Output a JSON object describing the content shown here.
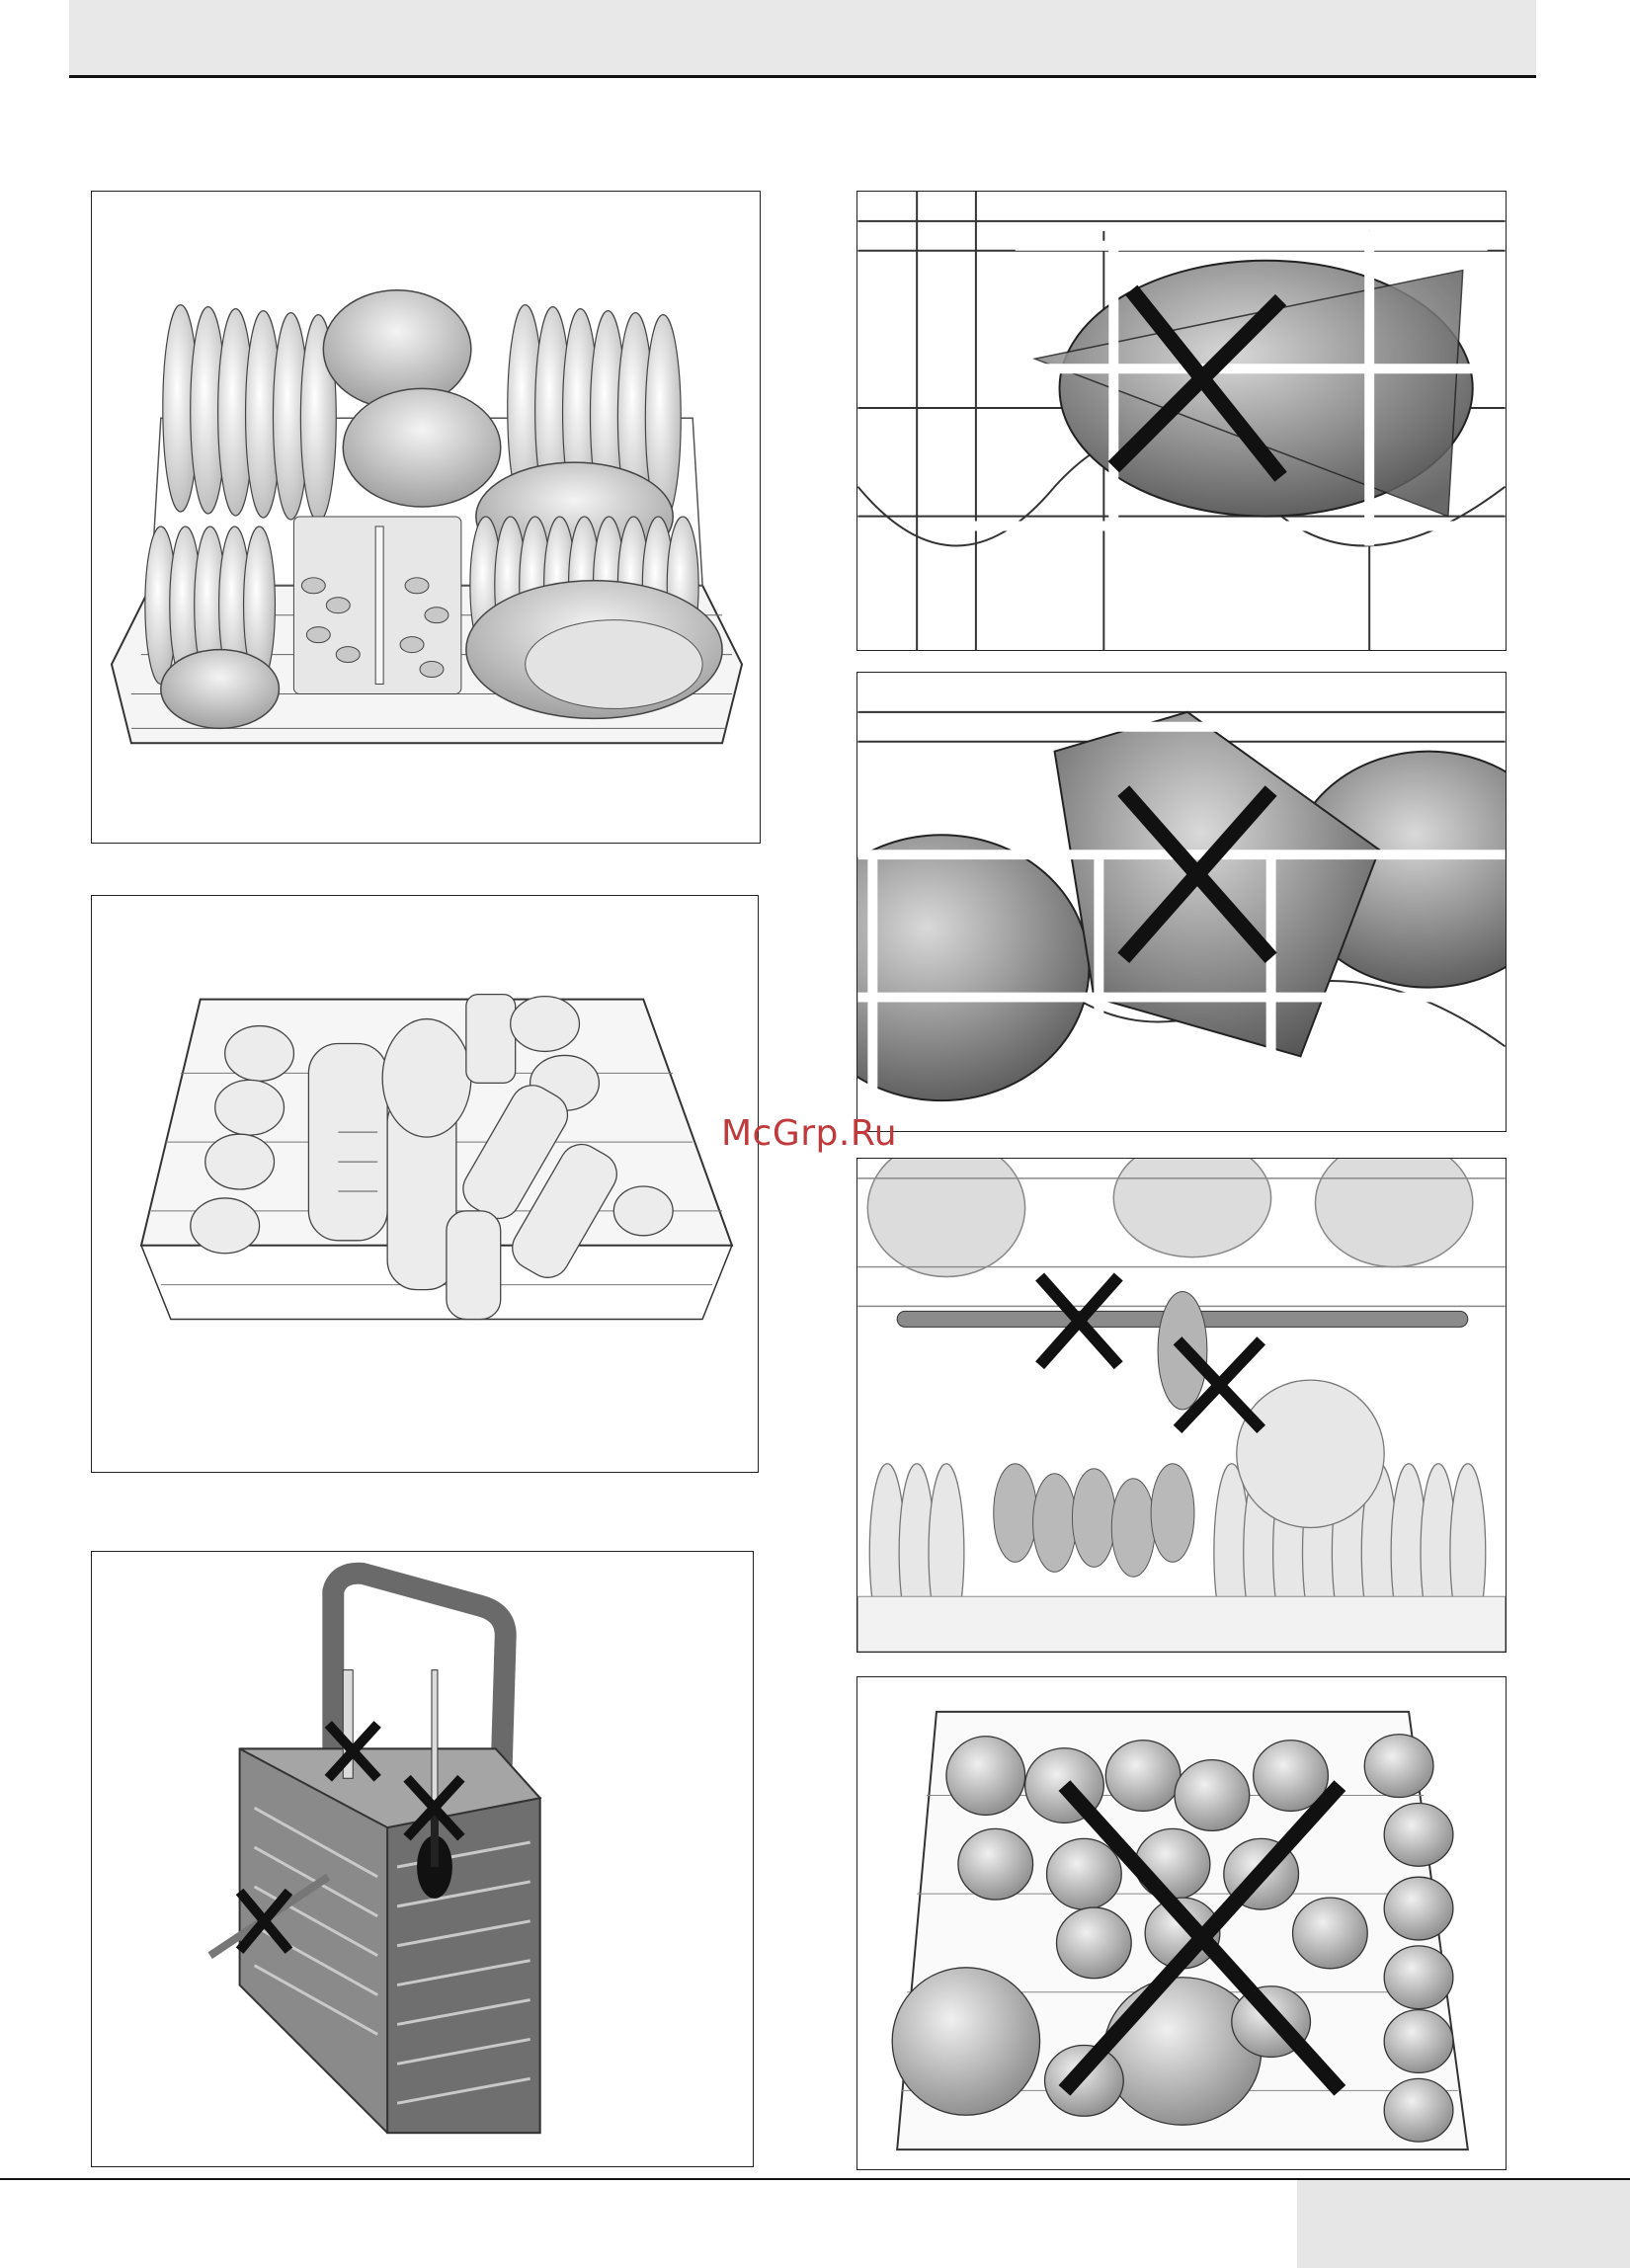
{
  "watermark": "McGrp.Ru",
  "colors": {
    "frame": "#222222",
    "header_band": "#e8e8e8",
    "footer_tab": "#e6e6e6",
    "watermark": "#c0393b",
    "cross": "#111111"
  },
  "figures": [
    {
      "name": "lower-rack-correct-loading",
      "marked_wrong": false
    },
    {
      "name": "upper-rack-correct-loading",
      "marked_wrong": false
    },
    {
      "name": "cutlery-basket",
      "marked_wrong": true
    },
    {
      "name": "bowls-blocking-rack",
      "marked_wrong": true
    },
    {
      "name": "large-bowl-in-rack",
      "marked_wrong": true
    },
    {
      "name": "items-blocking-spray-arm",
      "marked_wrong": true
    },
    {
      "name": "overloaded-upper-rack",
      "marked_wrong": true
    }
  ]
}
